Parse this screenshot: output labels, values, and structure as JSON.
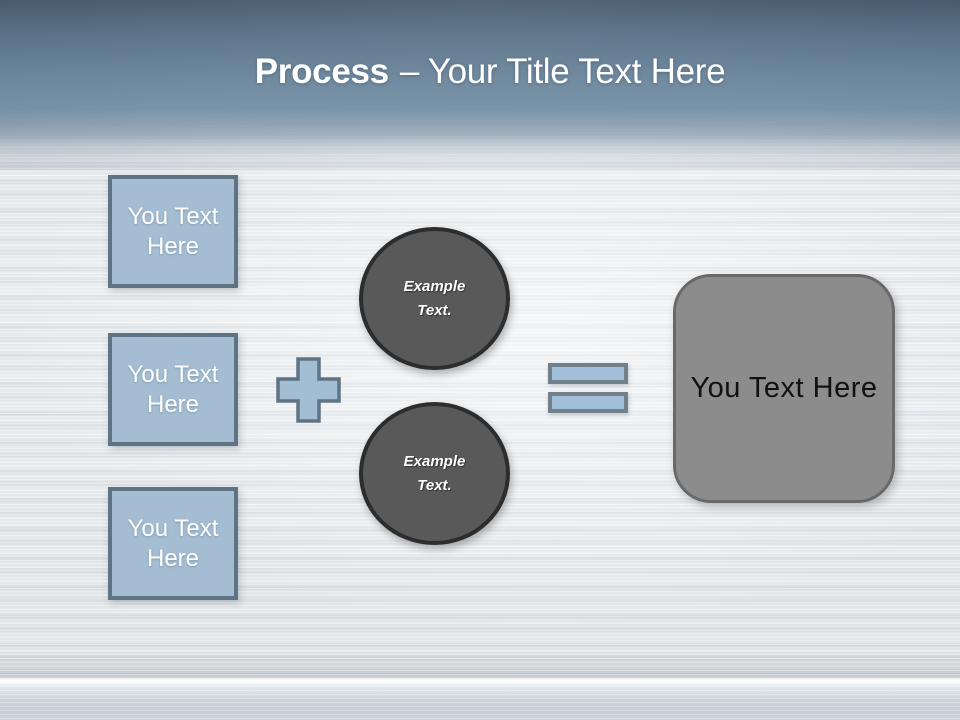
{
  "title": {
    "bold": "Process",
    "rest": "– Your Title Text Here"
  },
  "left_boxes": [
    {
      "label": "You Text Here"
    },
    {
      "label": "You Text Here"
    },
    {
      "label": "You Text Here"
    }
  ],
  "operators": {
    "plus": "plus-icon",
    "equals": "equals-icon"
  },
  "circles": [
    {
      "line1": "Example",
      "line2": "Text."
    },
    {
      "line1": "Example",
      "line2": "Text."
    }
  ],
  "result_box": {
    "label": "You Text Here"
  },
  "colors": {
    "header_top": "#45586b",
    "header_bottom": "#7e97ab",
    "title_text": "#ffffff",
    "box_fill": "#a4bdd2",
    "box_border": "#5e7384",
    "box_text": "#ffffff",
    "operator_fill": "#a1bfd9",
    "plus_border": "#5e7384",
    "equals_border": "#71808d",
    "circle_fill": "#595959",
    "circle_border": "#2d2d2d",
    "circle_text": "#ffffff",
    "result_fill": "#8c8c8c",
    "result_border": "#696969",
    "result_text": "#111111",
    "background_metal": "#e6e9ec"
  }
}
